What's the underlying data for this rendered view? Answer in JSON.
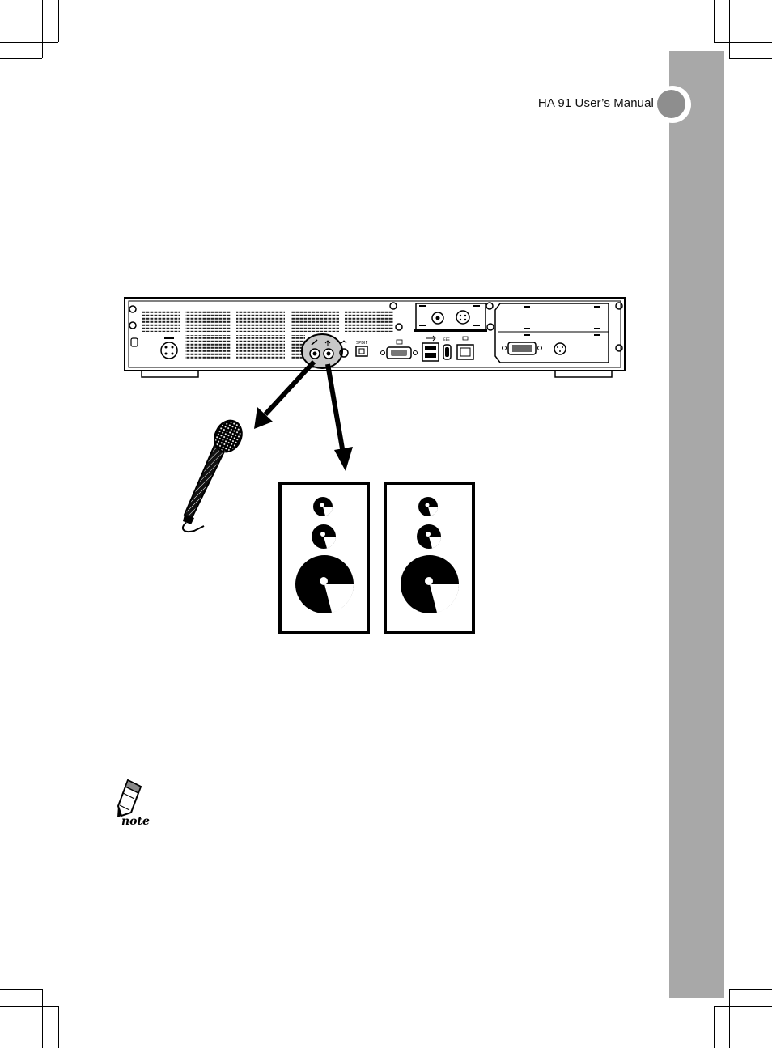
{
  "header": {
    "title": "HA 91 User’s Manual"
  },
  "back_panel": {
    "spdif_label": "SPDIF"
  },
  "note_label": "note",
  "colors": {
    "side_tab": "#a8a8a8",
    "page_dot": "#8e8e8e"
  }
}
